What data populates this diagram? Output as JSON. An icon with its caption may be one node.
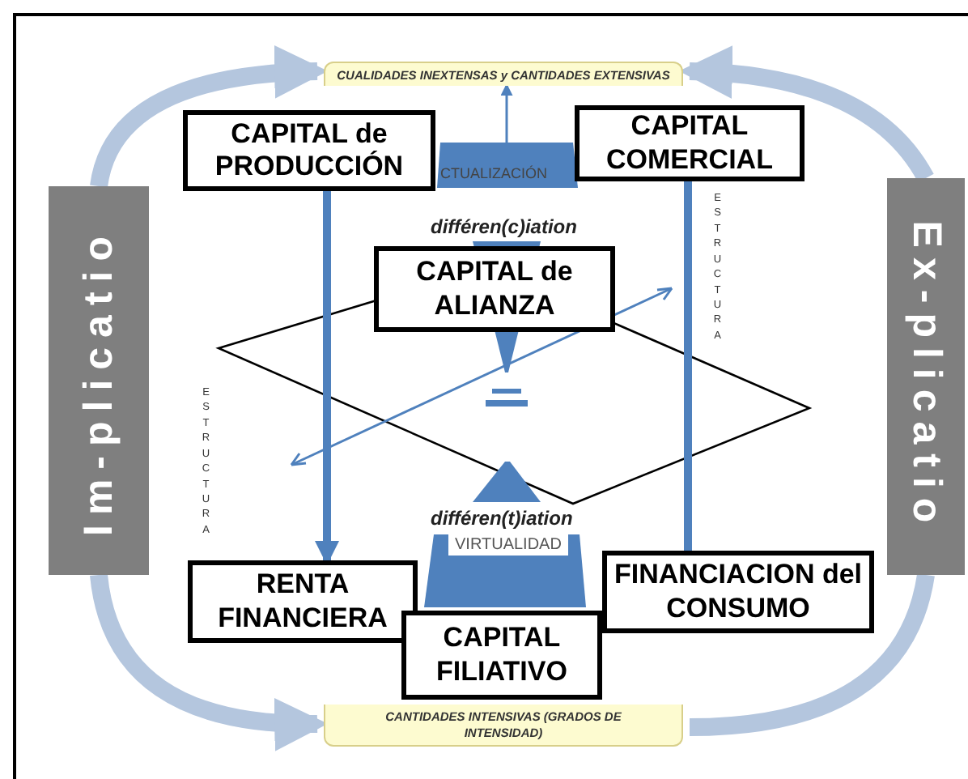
{
  "diagram": {
    "nodes": [
      {
        "text": [
          "CUALIDADES INEXTENSAS y CANTIDADES EXTENSIVAS"
        ]
      },
      {
        "text": [
          "CAPITAL de PRODUCCIÓN"
        ]
      },
      {
        "text": [
          "CAPITAL COMERCIAL"
        ]
      },
      {
        "text": [
          "Im-plicatio"
        ]
      },
      {
        "text": [
          "Ex-plicatio"
        ]
      },
      {
        "text": [
          "CAPITAL de ALIANZA"
        ]
      },
      {
        "text": [
          "RENTA FINANCIERA"
        ]
      },
      {
        "text": [
          "FINANCIACION del CONSUMO"
        ]
      },
      {
        "text": [
          "CAPITAL FILIATIVO"
        ]
      },
      {
        "text": [
          "CANTIDADES INTENSIVAS (GRADOS DE INTENSIDAD)"
        ]
      },
      {
        "text": [],
        "shape": "picture"
      }
    ],
    "edges": [
      {
        "from": 1,
        "to": 6,
        "arrow": "to",
        "color": "#4f81bd"
      },
      {
        "from": 2,
        "to": 7,
        "arrow": "none",
        "color": "#4f81bd"
      },
      {
        "from": 10,
        "to": 0,
        "arrow": "to",
        "color": "#4f81bd"
      },
      {
        "from": 3,
        "to": 0,
        "arrow": "to",
        "color": "#b4c6de"
      },
      {
        "from": 4,
        "to": 0,
        "arrow": "to",
        "color": "#b4c6de"
      },
      {
        "from": 3,
        "to": 9,
        "arrow": "to",
        "color": "#b4c6de"
      },
      {
        "from": 9,
        "to": 4,
        "arrow": "none",
        "color": "#b4c6de"
      }
    ],
    "labels": [
      "CTUALIZACIÓN",
      "ESTRUCTURA",
      "différen(c)iation",
      "ESTRUCTURA",
      "différen(t)iation",
      "VIRTUALIDAD"
    ]
  }
}
